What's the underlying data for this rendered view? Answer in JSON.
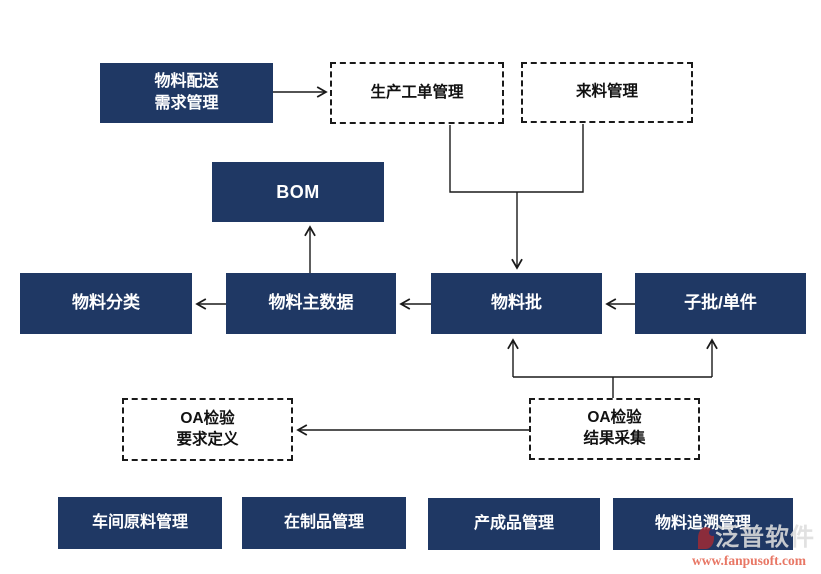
{
  "diagram": {
    "nodes": {
      "material_distribution": {
        "label": "物料配送\n需求管理",
        "type": "solid"
      },
      "production_workorder": {
        "label": "生产工单管理",
        "type": "dashed"
      },
      "incoming_material": {
        "label": "来料管理",
        "type": "dashed"
      },
      "bom": {
        "label": "BOM",
        "type": "solid"
      },
      "material_classification": {
        "label": "物料分类",
        "type": "solid"
      },
      "material_master_data": {
        "label": "物料主数据",
        "type": "solid"
      },
      "material_batch": {
        "label": "物料批",
        "type": "solid"
      },
      "sub_batch_unit": {
        "label": "子批/单件",
        "type": "solid"
      },
      "oa_inspection_requirement": {
        "label": "OA检验\n要求定义",
        "type": "dashed"
      },
      "oa_inspection_result": {
        "label": "OA检验\n结果采集",
        "type": "dashed"
      },
      "workshop_raw_material": {
        "label": "车间原料管理",
        "type": "solid"
      },
      "wip_management": {
        "label": "在制品管理",
        "type": "solid"
      },
      "finished_product": {
        "label": "产成品管理",
        "type": "solid"
      },
      "material_traceability": {
        "label": "物料追溯管理",
        "type": "solid"
      }
    },
    "edges": [
      {
        "from": "material_distribution",
        "to": "production_workorder"
      },
      {
        "from": "production_workorder",
        "to": "material_batch"
      },
      {
        "from": "incoming_material",
        "to": "material_batch"
      },
      {
        "from": "material_master_data",
        "to": "bom"
      },
      {
        "from": "material_master_data",
        "to": "material_classification"
      },
      {
        "from": "material_batch",
        "to": "material_master_data"
      },
      {
        "from": "sub_batch_unit",
        "to": "material_batch"
      },
      {
        "from": "oa_inspection_result",
        "to": "material_batch"
      },
      {
        "from": "oa_inspection_result",
        "to": "sub_batch_unit"
      },
      {
        "from": "oa_inspection_result",
        "to": "oa_inspection_requirement"
      }
    ]
  },
  "watermark": {
    "logo_text": "泛普软件",
    "url": "www.fanpusoft.com"
  },
  "colors": {
    "node_fill": "#1f3864",
    "node_text": "#ffffff",
    "edge": "#1a1a1a",
    "watermark_url": "#e87765"
  }
}
